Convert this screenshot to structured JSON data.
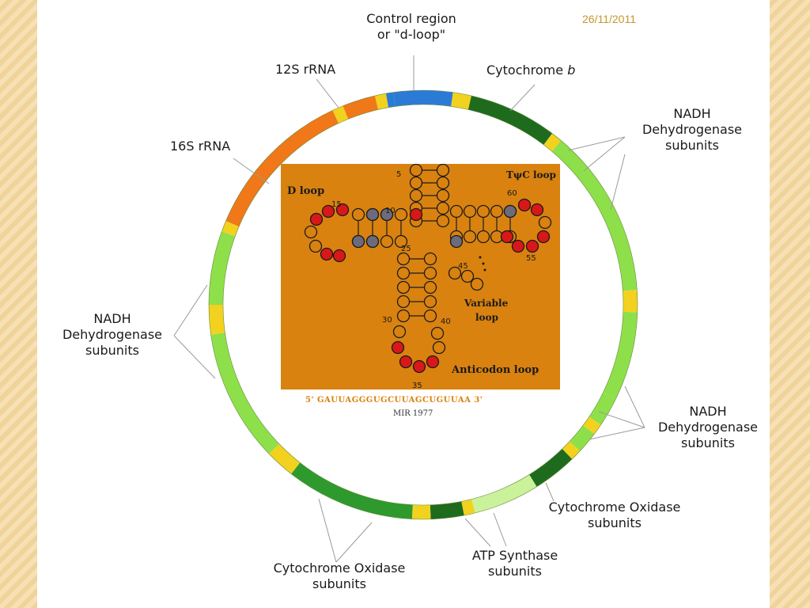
{
  "date": "26/11/2011",
  "labels": {
    "control_region": [
      "Control region",
      "or \"d-loop\""
    ],
    "rrna_12s": "12S rRNA",
    "rrna_16s": "16S rRNA",
    "cyt_b": "Cytochrome",
    "cyt_b_italic": "b",
    "nadh_top_right": [
      "NADH",
      "Dehydrogenase",
      "subunits"
    ],
    "nadh_left": [
      "NADH",
      "Dehydrogenase",
      "subunits"
    ],
    "nadh_bottom_right": [
      "NADH",
      "Dehydrogenase",
      "subunits"
    ],
    "cox_right": [
      "Cytochrome Oxidase",
      "subunits"
    ],
    "cox_bottom": [
      "Cytochrome Oxidase",
      "subunits"
    ],
    "atp": [
      "ATP Synthase",
      "subunits"
    ]
  },
  "trna": {
    "d_loop": "D loop",
    "tpsic_loop": "TψC loop",
    "variable_loop": [
      "Variable",
      "loop"
    ],
    "anticodon_loop": "Anticodon loop",
    "numbers": [
      "5",
      "10",
      "15",
      "25",
      "30",
      "40",
      "45",
      "55",
      "60",
      "35"
    ],
    "sequence": "5' GAUUAGGGUGCUUAGCUGUUAA 3'",
    "caption": "MIR 1977"
  },
  "colors": {
    "orange_rrna": "#f07818",
    "blue_control": "#2b7bd6",
    "dark_green": "#1e6b1e",
    "mid_green": "#2e9a2e",
    "light_green": "#8ee04a",
    "pale_green": "#c9f29a",
    "yellow_trna": "#f2d21e",
    "trna_bg": "#d9820f"
  }
}
